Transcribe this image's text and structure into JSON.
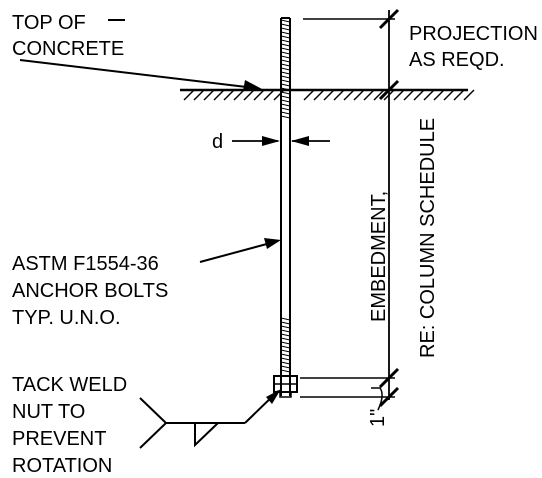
{
  "labels": {
    "top_of_concrete": [
      "TOP OF",
      "CONCRETE"
    ],
    "projection": [
      "PROJECTION",
      "AS REQD."
    ],
    "d": "d",
    "bolt_spec": [
      "ASTM F1554-36",
      "ANCHOR BOLTS",
      "TYP. U.N.O."
    ],
    "embedment": "EMBEDMENT,",
    "column_schedule": "RE: COLUMN SCHEDULE",
    "tack_weld": [
      "TACK WELD",
      "NUT TO",
      "PREVENT",
      "ROTATION"
    ],
    "one_inch": "1\""
  }
}
